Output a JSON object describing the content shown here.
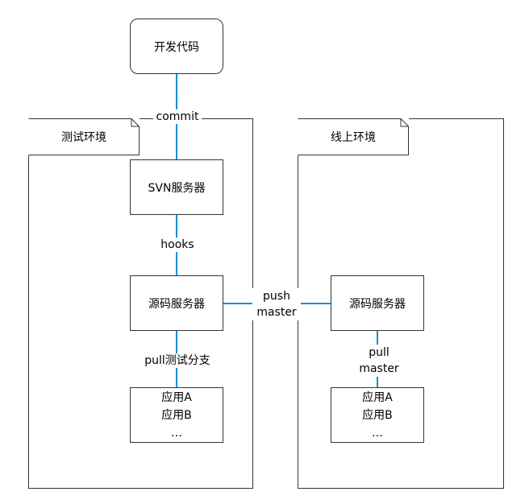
{
  "diagram": {
    "top_node": "开发代码",
    "test_env": {
      "title": "测试环境",
      "svn": "SVN服务器",
      "source": "源码服务器",
      "apps": [
        "应用A",
        "应用B",
        "…"
      ]
    },
    "prod_env": {
      "title": "线上环境",
      "source": "源码服务器",
      "apps": [
        "应用A",
        "应用B",
        "…"
      ]
    },
    "edges": {
      "commit": "commit",
      "hooks": "hooks",
      "pull_branch": "pull测试分支",
      "push_line1": "push",
      "push_line2": "master",
      "pull_line1": "pull",
      "pull_line2": "master"
    },
    "colors": {
      "connector": "#1a8fd6",
      "border": "#333333"
    }
  }
}
